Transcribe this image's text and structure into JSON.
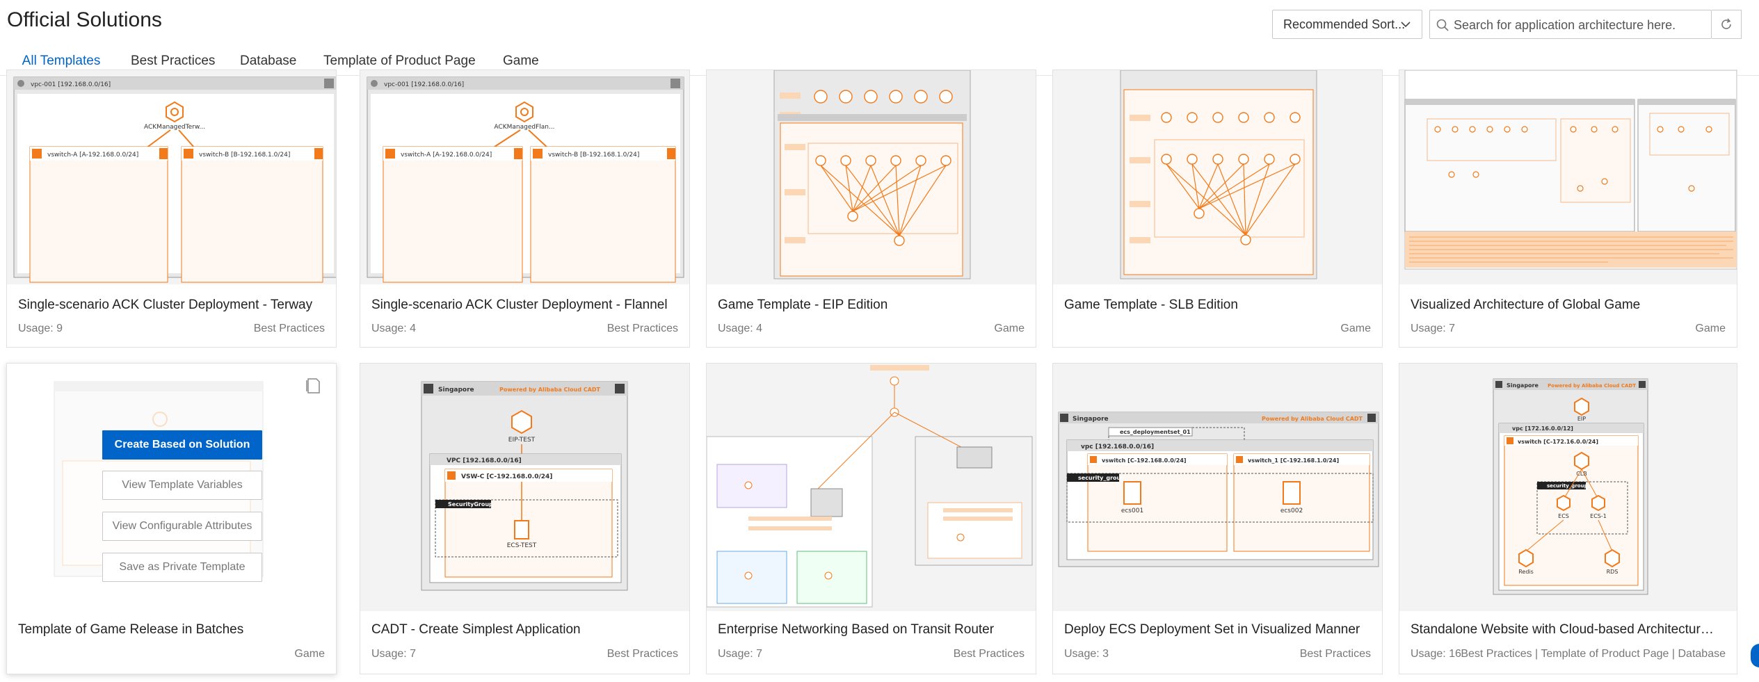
{
  "header": {
    "title": "Official Solutions",
    "sort_label": "Recommended Sort...",
    "search_placeholder": "Search for application architecture here."
  },
  "tabs": [
    {
      "label": "All Templates",
      "active": true
    },
    {
      "label": "Best Practices",
      "active": false
    },
    {
      "label": "Database",
      "active": false
    },
    {
      "label": "Template of Product Page",
      "active": false
    },
    {
      "label": "Game",
      "active": false
    }
  ],
  "cards": [
    {
      "title": "Single-scenario ACK Cluster Deployment - Terway",
      "usage": "Usage: 9",
      "tag": "Best Practices",
      "thumb": {
        "vpc": "vpc-001 [192.168.0.0/16]",
        "node": "ACKManagedTerw...",
        "vswa": "vswitch-A [A-192.168.0.0/24]",
        "vswb": "vswitch-B [B-192.168.1.0/24]"
      }
    },
    {
      "title": "Single-scenario ACK Cluster Deployment - Flannel",
      "usage": "Usage: 4",
      "tag": "Best Practices",
      "thumb": {
        "vpc": "vpc-001 [192.168.0.0/16]",
        "node": "ACKManagedFlan...",
        "vswa": "vswitch-A [A-192.168.0.0/24]",
        "vswb": "vswitch-B [B-192.168.1.0/24]"
      }
    },
    {
      "title": "Game Template - EIP Edition",
      "usage": "Usage: 4",
      "tag": "Game"
    },
    {
      "title": "Game Template - SLB Edition",
      "usage": "",
      "tag": "Game"
    },
    {
      "title": "Visualized Architecture of Global Game",
      "usage": "Usage: 7",
      "tag": "Game"
    },
    {
      "title": "Template of Game Release in Batches",
      "usage": "",
      "tag": "Game",
      "hover": {
        "create": "Create Based on Solution",
        "vars": "View Template Variables",
        "attrs": "View Configurable Attributes",
        "save": "Save as Private Template"
      }
    },
    {
      "title": "CADT - Create Simplest Application",
      "usage": "Usage: 7",
      "tag": "Best Practices",
      "thumb": {
        "region": "Singapore",
        "powered": "Powered by Alibaba Cloud CADT",
        "eip": "EIP-TEST",
        "vpc": "VPC [192.168.0.0/16]",
        "vsw": "VSW-C [C-192.168.0.0/24]",
        "sg": "SecurityGroup",
        "ecs": "ECS-TEST"
      }
    },
    {
      "title": "Enterprise Networking Based on Transit Router",
      "usage": "Usage: 7",
      "tag": "Best Practices"
    },
    {
      "title": "Deploy ECS Deployment Set in Visualized Manner",
      "usage": "Usage: 3",
      "tag": "Best Practices",
      "thumb": {
        "region": "Singapore",
        "powered": "Powered by Alibaba Cloud CADT",
        "ds": "ecs_deploymentset_01",
        "vpc": "vpc [192.168.0.0/16]",
        "vswa": "vswitch [C-192.168.0.0/24]",
        "vswb": "vswitch_1 [C-192.168.1.0/24]",
        "sg": "security_group",
        "ecs1": "ecs001",
        "ecs2": "ecs002"
      }
    },
    {
      "title": "Standalone Website with Cloud-based Architecture...",
      "usage": "Usage: 16",
      "tag": "Best Practices | Template of Product Page | Database",
      "thumb": {
        "region": "Singapore",
        "powered": "Powered by Alibaba Cloud CADT",
        "eip": "EIP",
        "vpc": "vpc [172.16.0.0/12]",
        "vsw": "vswitch [C-172.16.0.0/24]",
        "clb": "CLB",
        "sg": "security_group",
        "ecs": "ECS",
        "ecs1": "ECS-1",
        "redis": "Redis",
        "rds": "RDS"
      }
    }
  ]
}
